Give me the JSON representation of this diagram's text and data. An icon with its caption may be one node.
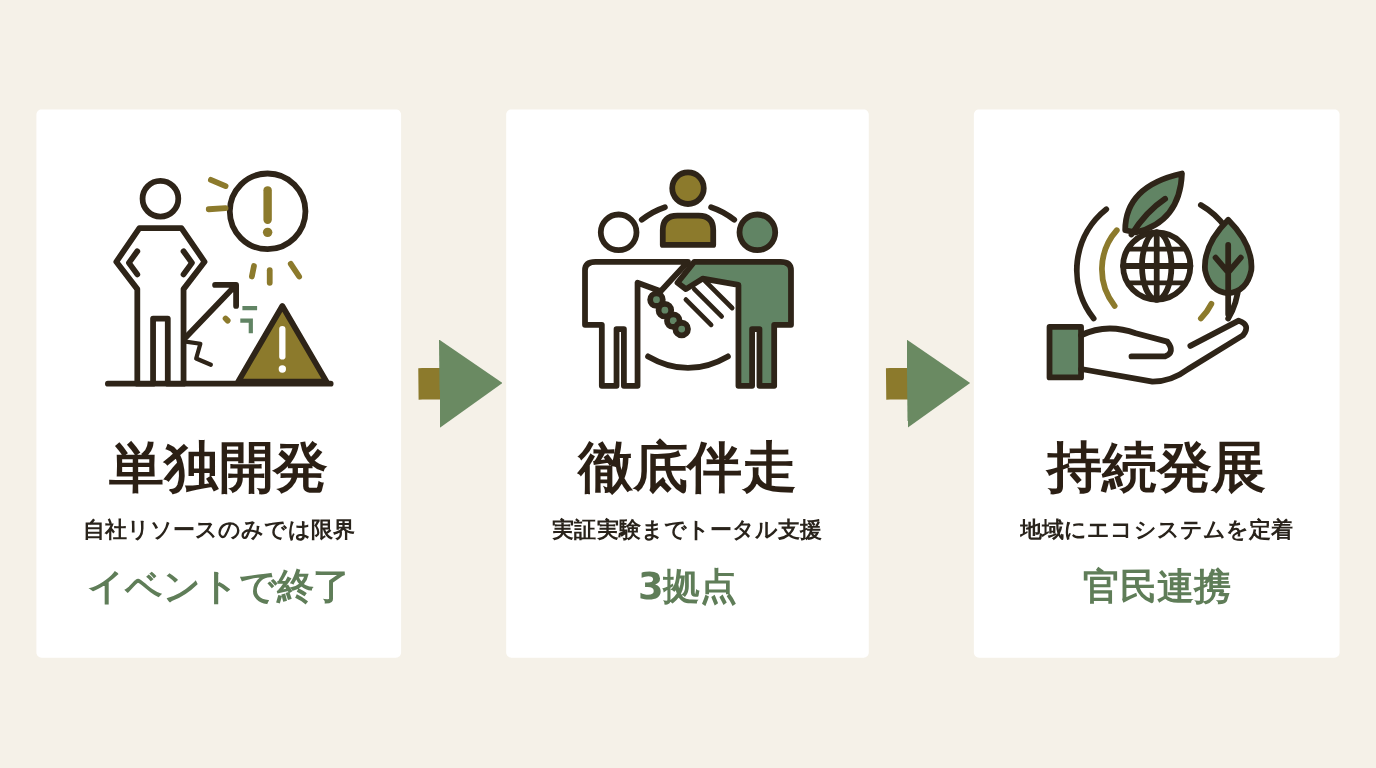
{
  "diagram": {
    "nodes": [
      {
        "text": [
          "単独開発",
          "自社リソースのみでは限界",
          "イベントで終了"
        ]
      },
      {
        "text": [
          "徹底伴走",
          "実証実験までトータル支援",
          "3拠点"
        ]
      },
      {
        "text": [
          "持続発展",
          "地域にエコシステムを定着",
          "官民連携"
        ]
      }
    ],
    "edges": [
      {
        "from": 0,
        "to": 1,
        "arrow": "to"
      },
      {
        "from": 1,
        "to": 2,
        "arrow": "to"
      }
    ]
  }
}
